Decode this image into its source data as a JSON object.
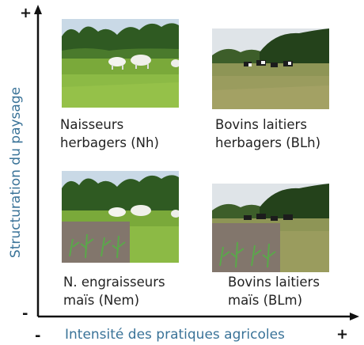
{
  "y_axis": {
    "label": "Structuration du paysage",
    "top_sign": "+",
    "bottom_sign": "-"
  },
  "x_axis": {
    "label": "Intensité des pratiques agricoles",
    "left_sign": "-",
    "right_sign": "+"
  },
  "quadrants": [
    {
      "label": "Naisseurs\nherbagers (Nh)"
    },
    {
      "label": "Bovins laitiers\nherbagers (BLh)"
    },
    {
      "label": "N. engraisseurs\nmaïs (Nem)"
    },
    {
      "label": "Bovins laitiers\nmaïs (BLm)"
    }
  ],
  "colors": {
    "axis": "#111111",
    "axis_label": "#3a7398"
  }
}
